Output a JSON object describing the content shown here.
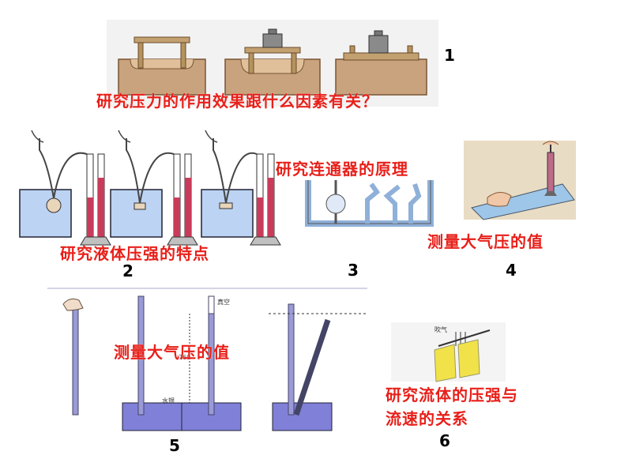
{
  "panels": [
    {
      "number": "1",
      "caption": "研究压力的作用效果跟什么因素有关？"
    },
    {
      "number": "2",
      "caption": "研究液体压强的特点"
    },
    {
      "number": "3",
      "caption": "研究连通器的原理"
    },
    {
      "number": "4",
      "caption": "测量大气压的值"
    },
    {
      "number": "5",
      "caption": "测量大气压的值",
      "labels": {
        "vacuum": "真空",
        "mercury": "水银",
        "height": "760"
      }
    },
    {
      "number": "6",
      "caption_line1": "研究流体的压强与",
      "caption_line2": "流速的关系",
      "labels": {
        "blow": "吹气"
      }
    }
  ],
  "colors": {
    "caption": "#e8201a",
    "water": "#9fb7e8",
    "foam": "#c9a37d",
    "rod": "#6a6ab0"
  }
}
